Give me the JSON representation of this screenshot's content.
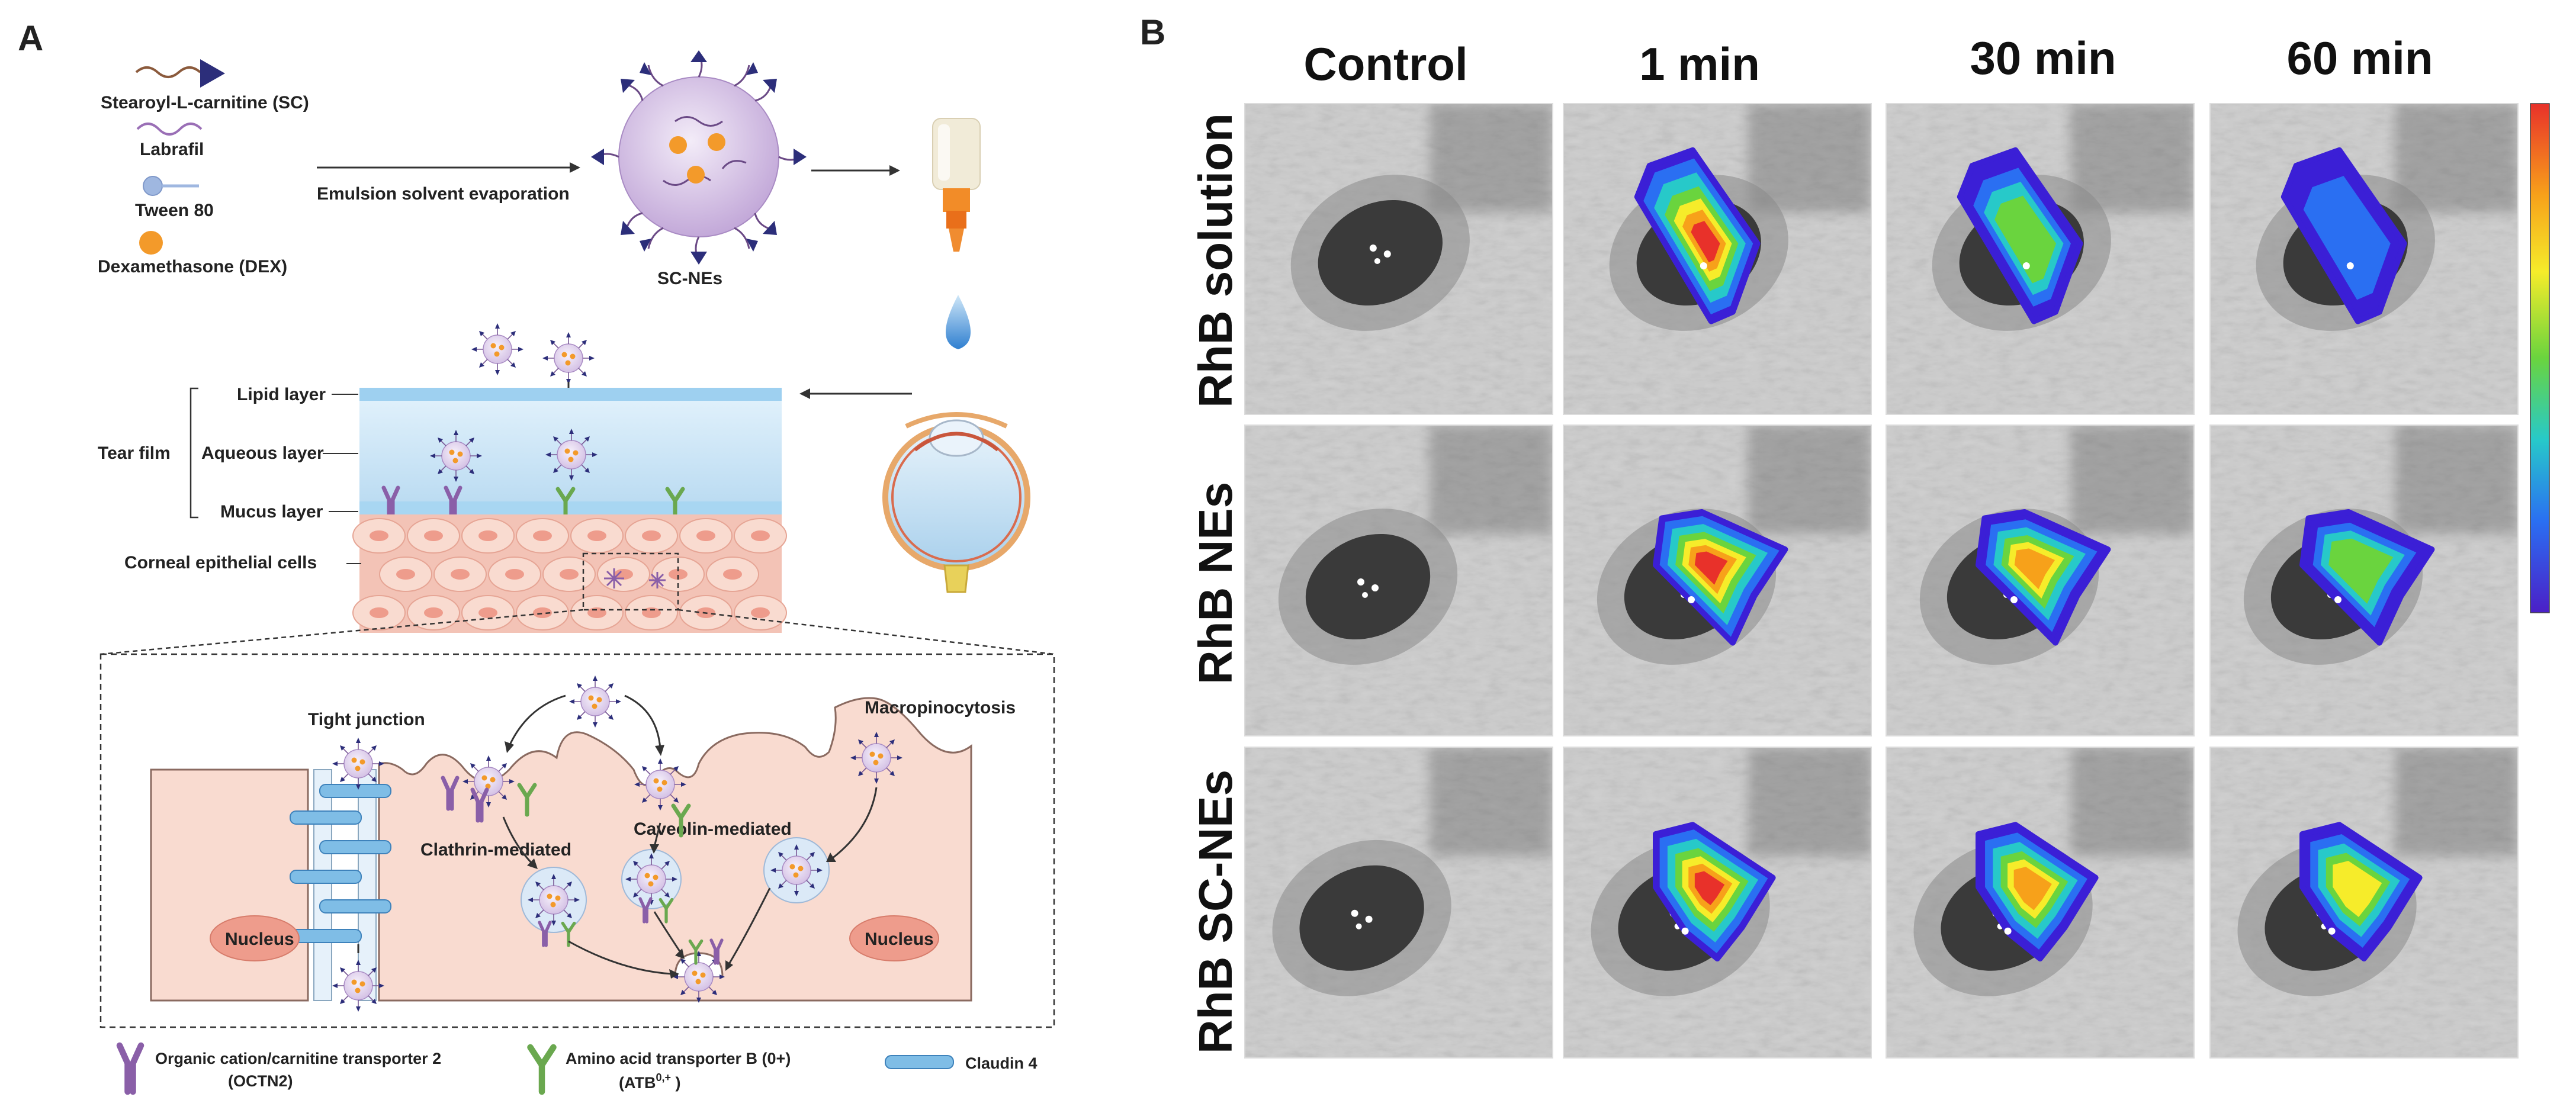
{
  "panel_a": {
    "letter": "A",
    "legend": {
      "sc": "Stearoyl-L-carnitine (SC)",
      "labrafil": "Labrafil",
      "tween": "Tween 80",
      "dex": "Dexamethasone (DEX)"
    },
    "process_label": "Emulsion solvent evaporation",
    "sc_nes_label": "SC-NEs",
    "tear_film": {
      "title": "Tear film",
      "lipid": "Lipid layer",
      "aqueous": "Aqueous layer",
      "mucus": "Mucus layer"
    },
    "corneal_cells": "Corneal epithelial cells",
    "mechanisms": {
      "tight_junction": "Tight junction",
      "macropinocytosis": "Macropinocytosis",
      "clathrin": "Clathrin-mediated",
      "caveolin": "Caveolin-mediated",
      "nucleus_left": "Nucleus",
      "nucleus_right": "Nucleus"
    },
    "bottom_legend": {
      "octn2_line1": "Organic cation/carnitine transporter 2",
      "octn2_line2": "(OCTN2)",
      "atb_line1": "Amino acid transporter B (0+)",
      "atb_line2": "(ATB",
      "atb_sup": "0,+",
      "atb_end": " )",
      "claudin": "Claudin 4"
    },
    "colors": {
      "nanoparticle": "#c9b3dc",
      "triangle": "#2c2e7a",
      "dex": "#f39a2a",
      "tween": "#9fb7e0",
      "cell": "#f6cfc2",
      "nucleus": "#ee9c8c",
      "tear": "#cfe6f6",
      "ocnt2": "#8a5fa8",
      "atb": "#6aa84f",
      "claudin": "#5fa8d8"
    }
  },
  "panel_b": {
    "letter": "B",
    "columns": [
      "Control",
      "1 min",
      "30 min",
      "60 min"
    ],
    "rows": [
      "RhB solution",
      "RhB NEs",
      "RhB SC-NEs"
    ],
    "signal_levels": [
      [
        0,
        0.95,
        0.55,
        0.2
      ],
      [
        0,
        1.0,
        0.75,
        0.5
      ],
      [
        0,
        1.0,
        0.8,
        0.7
      ]
    ],
    "colorbar_colors": [
      "#e8312a",
      "#f7a11a",
      "#f6ec2a",
      "#6ad43e",
      "#27c9c9",
      "#2a6ff2",
      "#4b1fc7"
    ]
  }
}
